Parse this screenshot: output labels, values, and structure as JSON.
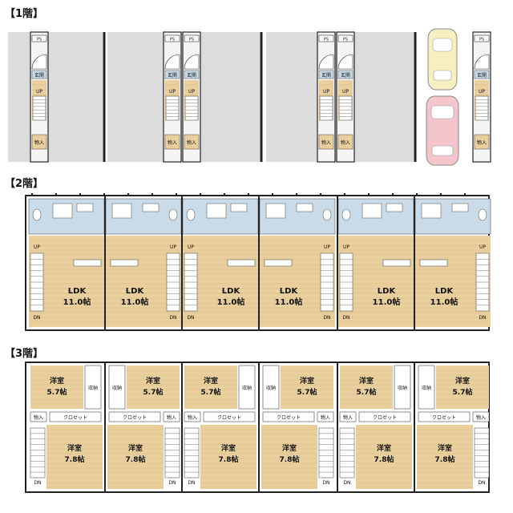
{
  "floors": [
    {
      "label": "【1階】"
    },
    {
      "label": "【2階】"
    },
    {
      "label": "【3階】"
    }
  ],
  "f1": {
    "genkan": "玄関",
    "up": "UP",
    "shuno": "物入",
    "ps": "PS"
  },
  "f2": {
    "ldk": "LDK",
    "ldk_size": "11.0帖",
    "up": "UP",
    "dn": "DN"
  },
  "f3": {
    "youshitsu": "洋室",
    "small_size": "5.7帖",
    "large_size": "7.8帖",
    "shuno": "収納",
    "closet": "クロゼット",
    "shuno2": "物入",
    "dn": "DN"
  },
  "colors": {
    "wood": "#e8cf9d",
    "wood_line": "#d9b877",
    "tile": "#c9dbe8",
    "wall": "#222222",
    "parking": "#dcdcdc",
    "stair": "#ffffff",
    "car_yellow": "#f6efc0",
    "car_pink": "#f4c6cc"
  }
}
